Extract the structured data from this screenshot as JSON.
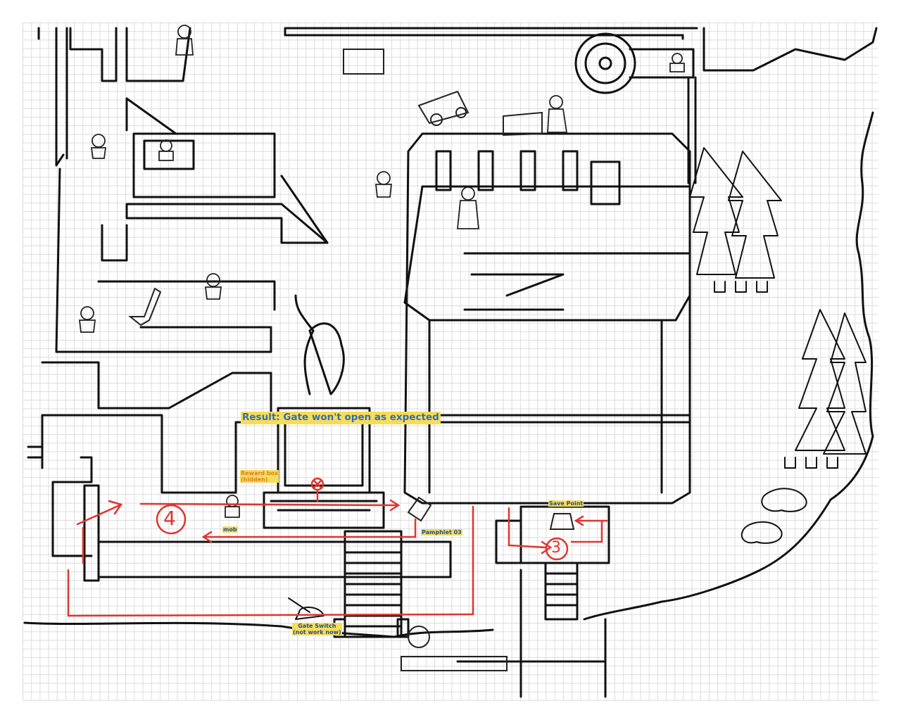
{
  "annotations": {
    "result": "Result: Gate won't open as expected",
    "reward_box_line1": "Reward box",
    "reward_box_line2": "(hidden)",
    "mob": "mob",
    "pamphlet": "Pamphlet 03",
    "save_point": "Save Point",
    "gate_switch_line1": "Gate Switch",
    "gate_switch_line2": "(not work now)"
  },
  "route_steps": {
    "step_four": "4",
    "step_three": "3"
  },
  "colors": {
    "route": "#e0352f",
    "highlight": "#f7dc5a",
    "result_text": "#2d6fb8",
    "ink": "#111111"
  },
  "icons": [
    "torch-statue-icon",
    "cat-guard-icon",
    "tree-icon",
    "blob-creature-icon",
    "save-point-icon",
    "gate-switch-lever-icon",
    "pamphlet-icon",
    "cannon-icon",
    "cart-icon",
    "x-mark-icon"
  ]
}
